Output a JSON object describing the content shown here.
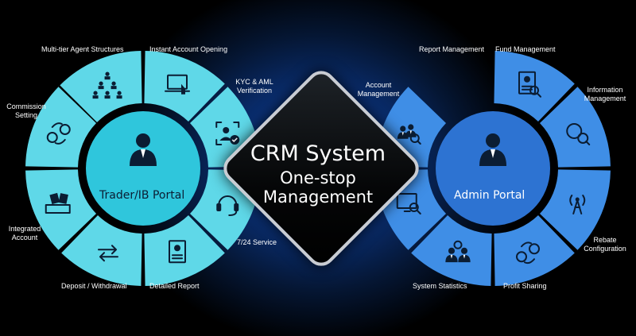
{
  "center": {
    "line1": "CRM System",
    "line2": "One-stop",
    "line3": "Management"
  },
  "colors": {
    "left_tile": "#5fd8e8",
    "left_hub": "#2fc6dc",
    "right_tile": "#3f8ee6",
    "right_hub": "#2d73d2",
    "gap": "#000000",
    "icon": "#0b1d33"
  },
  "left_portal": {
    "title": "Trader/IB Portal",
    "segments": [
      {
        "label": "Multi-tier Agent Structures",
        "icon": "org-chart-icon"
      },
      {
        "label": "Instant Account Opening",
        "icon": "laptop-touch-icon"
      },
      {
        "label": "KYC & AML Verification",
        "icon": "id-verify-icon"
      },
      {
        "label": "7/24 Service",
        "icon": "headset-icon"
      },
      {
        "label": "Detailed Report",
        "icon": "report-doc-icon"
      },
      {
        "label": "Deposit / Withdrawal",
        "icon": "transfer-arrows-icon"
      },
      {
        "label": "Integrated Account",
        "icon": "account-box-icon"
      },
      {
        "label": "Commission Setting",
        "icon": "dollar-cycle-icon"
      }
    ]
  },
  "right_portal": {
    "title": "Admin Portal",
    "segments": [
      {
        "label": "Report Management",
        "icon": "report-search-icon"
      },
      {
        "label": "Fund Management",
        "icon": "dollar-search-icon"
      },
      {
        "label": "Information Management",
        "icon": "signal-tower-icon"
      },
      {
        "label": "Rebate Configuration",
        "icon": "dollar-cycle-icon"
      },
      {
        "label": "Profit Sharing",
        "icon": "people-dollar-icon"
      },
      {
        "label": "System Statistics",
        "icon": "monitor-search-icon"
      },
      {
        "label": "Account Management",
        "icon": "group-search-icon"
      }
    ]
  }
}
